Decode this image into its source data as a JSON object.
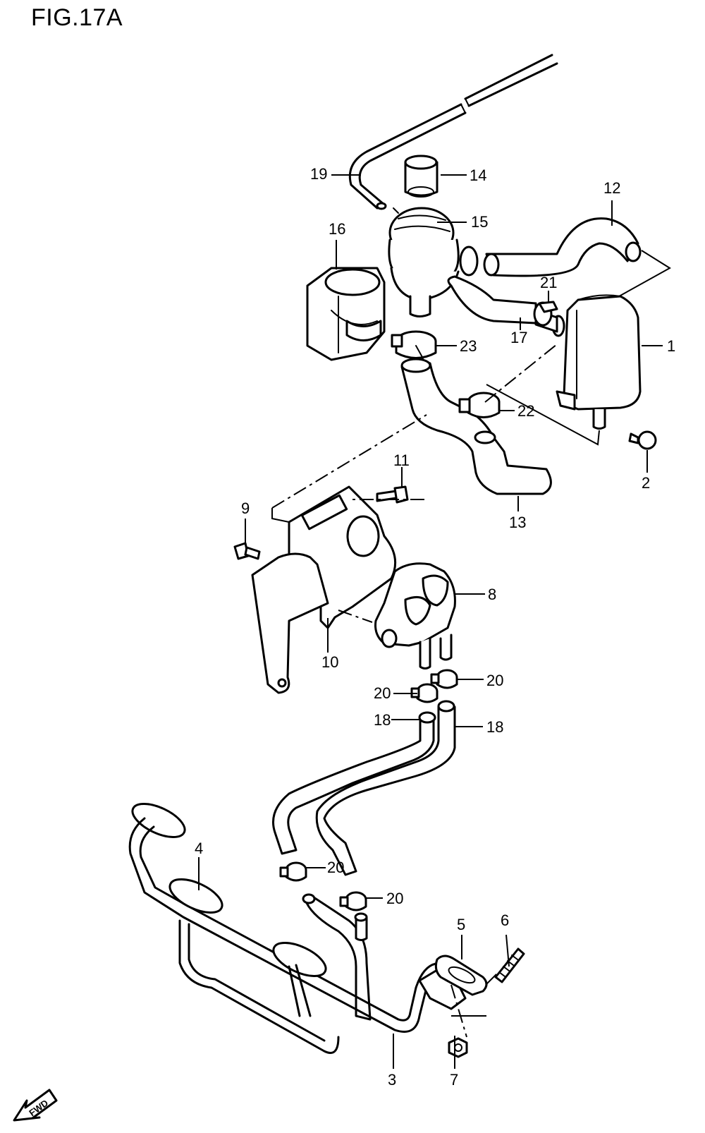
{
  "title": "FIG.17A",
  "fwd_label": "FWD",
  "callouts": [
    {
      "id": "c1",
      "label": "1"
    },
    {
      "id": "c2",
      "label": "2"
    },
    {
      "id": "c3",
      "label": "3"
    },
    {
      "id": "c4",
      "label": "4"
    },
    {
      "id": "c5",
      "label": "5"
    },
    {
      "id": "c6",
      "label": "6"
    },
    {
      "id": "c7",
      "label": "7"
    },
    {
      "id": "c8",
      "label": "8"
    },
    {
      "id": "c9",
      "label": "9"
    },
    {
      "id": "c10",
      "label": "10"
    },
    {
      "id": "c11",
      "label": "11"
    },
    {
      "id": "c12",
      "label": "12"
    },
    {
      "id": "c13",
      "label": "13"
    },
    {
      "id": "c14",
      "label": "14"
    },
    {
      "id": "c15",
      "label": "15"
    },
    {
      "id": "c16",
      "label": "16"
    },
    {
      "id": "c17",
      "label": "17"
    },
    {
      "id": "c18a",
      "label": "18"
    },
    {
      "id": "c18b",
      "label": "18"
    },
    {
      "id": "c19",
      "label": "19"
    },
    {
      "id": "c20a",
      "label": "20"
    },
    {
      "id": "c20b",
      "label": "20"
    },
    {
      "id": "c20c",
      "label": "20"
    },
    {
      "id": "c20d",
      "label": "20"
    },
    {
      "id": "c21",
      "label": "21"
    },
    {
      "id": "c22",
      "label": "22"
    },
    {
      "id": "c23",
      "label": "23"
    }
  ]
}
